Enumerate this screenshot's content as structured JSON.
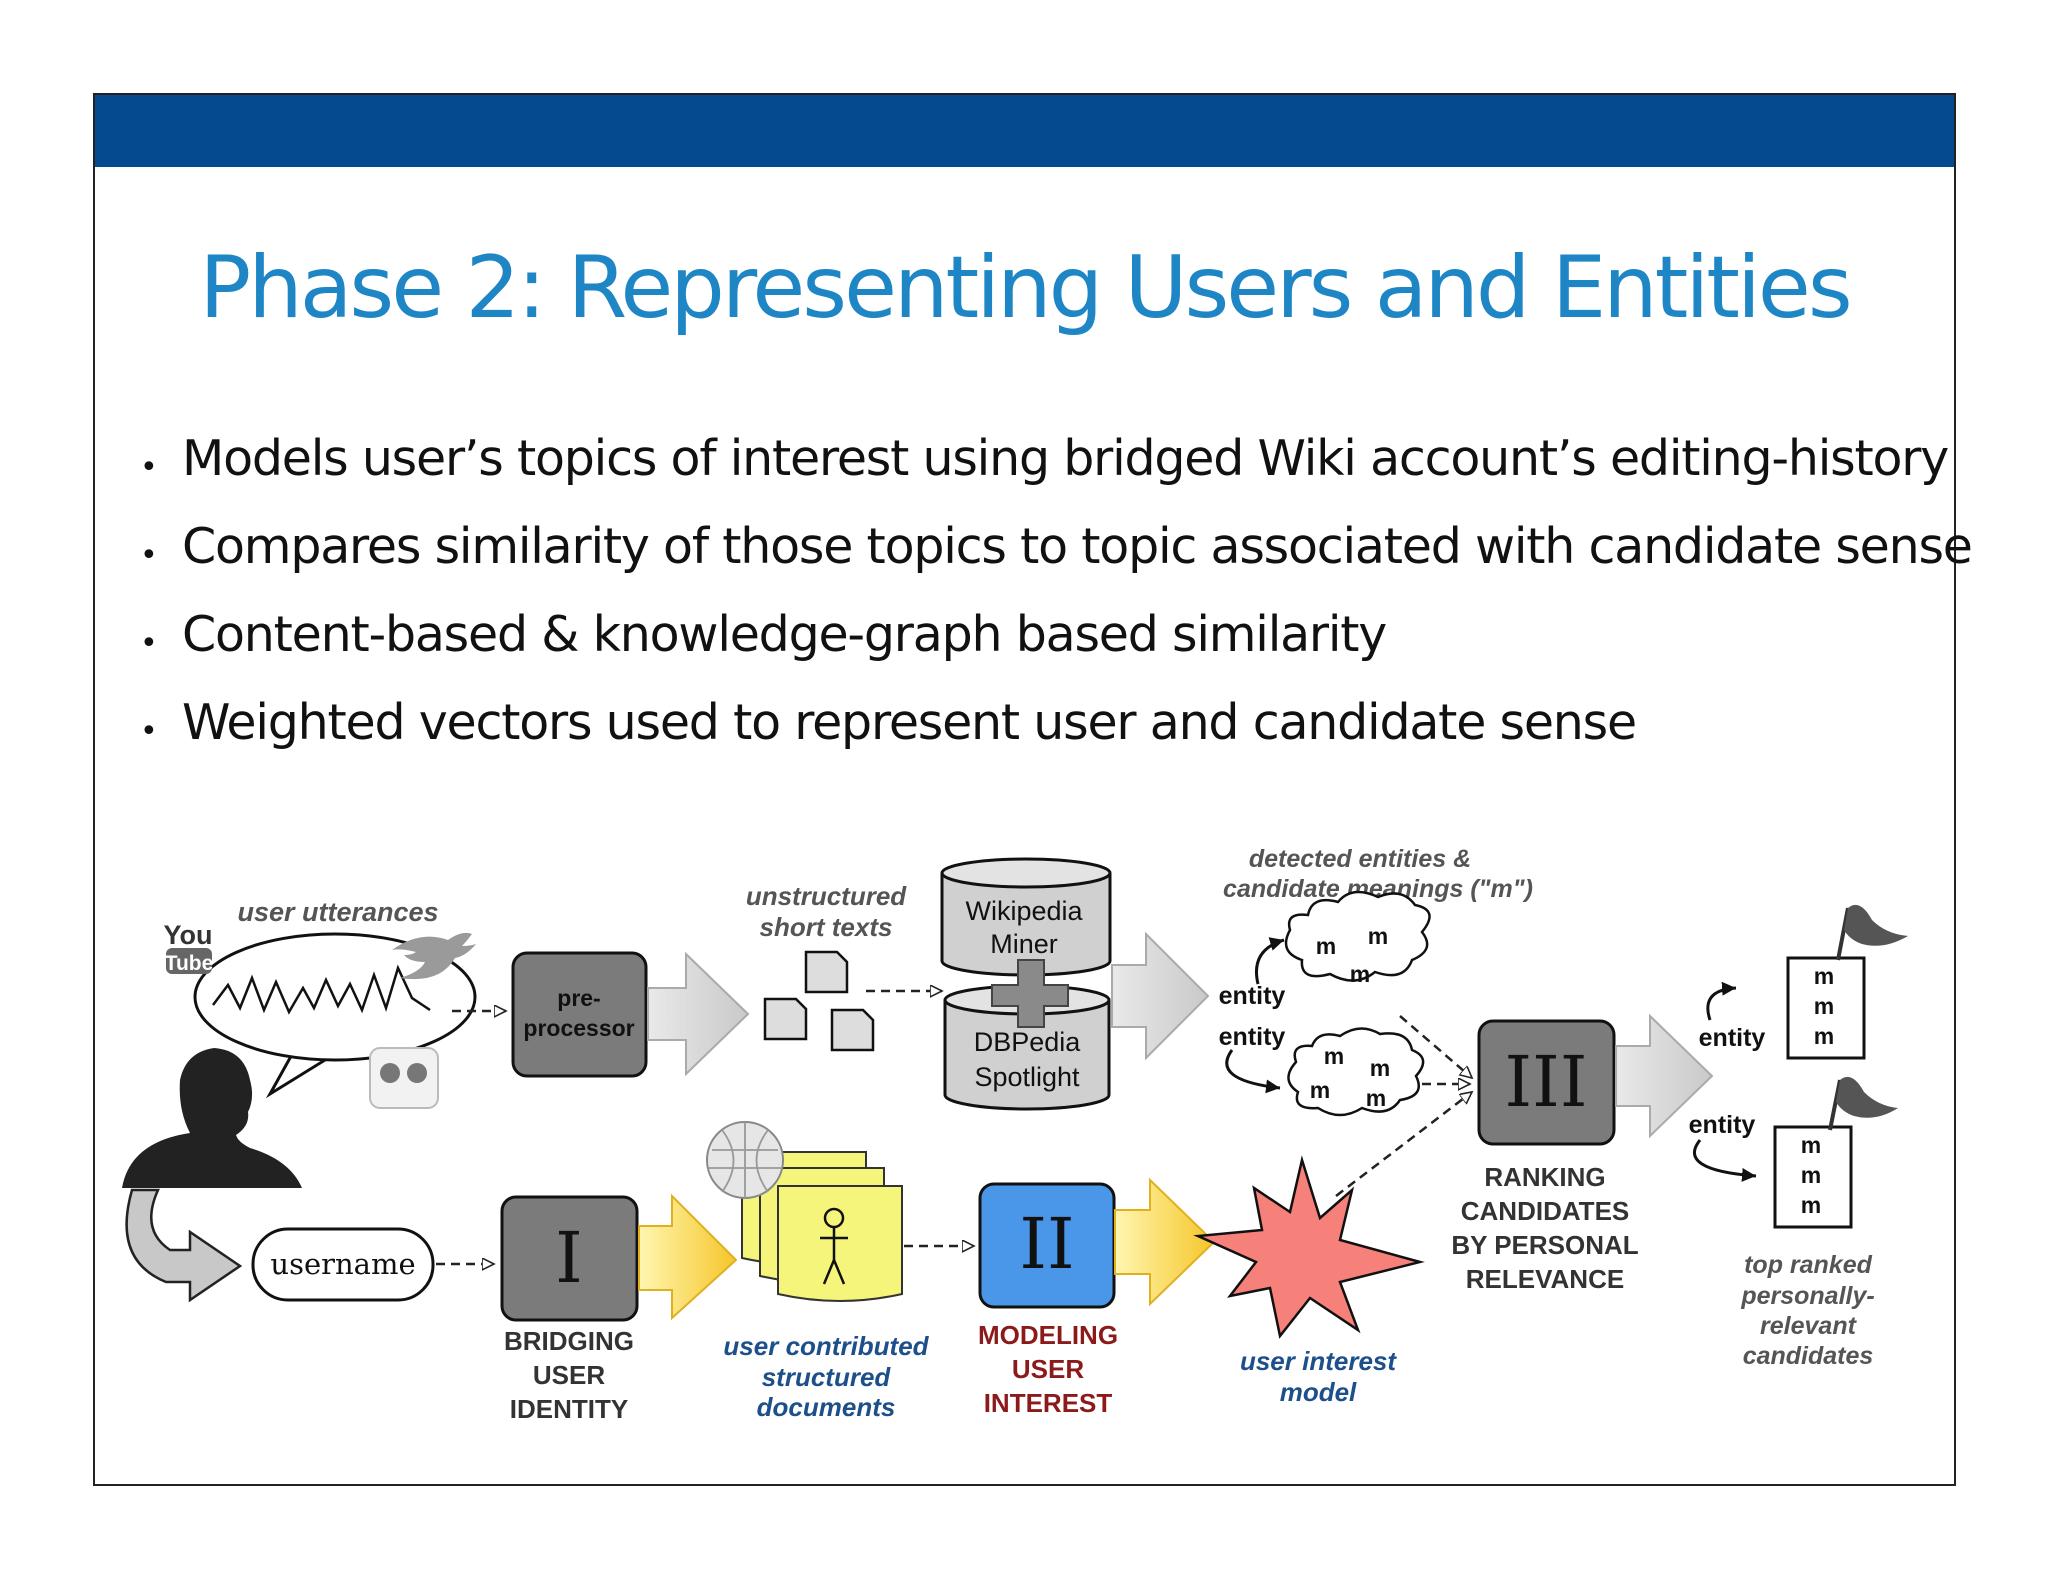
{
  "slide": {
    "title": "Phase 2: Representing Users and Entities",
    "bullets": [
      "Models user’s topics of interest using bridged Wiki account’s editing-history",
      "Compares similarity of those topics to topic associated with candidate sense",
      "Content-based & knowledge-graph based similarity",
      "Weighted vectors used to represent user and candidate sense"
    ]
  },
  "diagram": {
    "user_utterances": "user utterances",
    "youtube_logo": [
      "You",
      "Tube"
    ],
    "preprocessor": [
      "pre-",
      "processor"
    ],
    "unstructured_short_texts": [
      "unstructured",
      "short texts"
    ],
    "wikipedia_miner": [
      "Wikipedia",
      "Miner"
    ],
    "dbpedia_spotlight": [
      "DBPedia",
      "Spotlight"
    ],
    "detected_entities": [
      "detected entities &",
      "candidate meanings (\"m\")"
    ],
    "entity": "entity",
    "m": "m",
    "username": "username",
    "stage_I": "I",
    "stage_II": "II",
    "stage_III": "III",
    "bridging_user_identity": [
      "BRIDGING",
      "USER",
      "IDENTITY"
    ],
    "user_contributed_documents": [
      "user contributed",
      "structured",
      "documents"
    ],
    "modeling_user_interest": [
      "MODELING",
      "USER",
      "INTEREST"
    ],
    "user_interest_model": [
      "user interest",
      "model"
    ],
    "ranking_candidates": [
      "RANKING",
      "CANDIDATES",
      "BY PERSONAL",
      "RELEVANCE"
    ],
    "top_ranked": [
      "top ranked",
      "personally-",
      "relevant",
      "candidates"
    ]
  },
  "colors": {
    "header_bar": "#034a8f",
    "title": "#1f86c6",
    "stage_gray": "#7b7b7b",
    "stage_II_blue": "#4a96e8",
    "document_yellow": "#f4f57a",
    "star_red": "#f6807a",
    "label_blue": "#1d4f8a",
    "label_red": "#8c1a1a"
  }
}
